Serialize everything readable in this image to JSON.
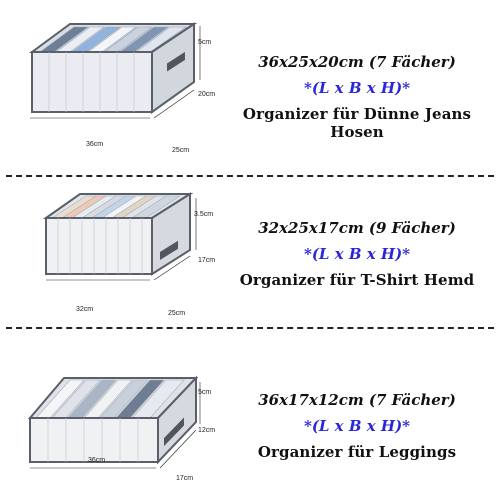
{
  "products": [
    {
      "dimensions": "36x25x20cm (7 Fächer)",
      "formula": "*(L x B x H)*",
      "description": "Organizer für Dünne Jeans Hosen",
      "labels": {
        "length": "36cm",
        "width": "25cm",
        "height": "20cm",
        "front": "5cm"
      }
    },
    {
      "dimensions": "32x25x17cm (9 Fächer)",
      "formula": "*(L x B x H)*",
      "description": "Organizer für T-Shirt Hemd",
      "labels": {
        "length": "32cm",
        "width": "25cm",
        "height": "17cm",
        "front": "3.5cm"
      }
    },
    {
      "dimensions": "36x17x12cm (7 Fächer)",
      "formula": "*(L x B x H)*",
      "description": "Organizer für Leggings",
      "labels": {
        "length": "36cm",
        "width": "17cm",
        "height": "12cm",
        "front": "5cm"
      }
    }
  ],
  "colors": {
    "formula": "#2b27d6",
    "divider": "#222222",
    "box_frame": "#5a5f69"
  }
}
